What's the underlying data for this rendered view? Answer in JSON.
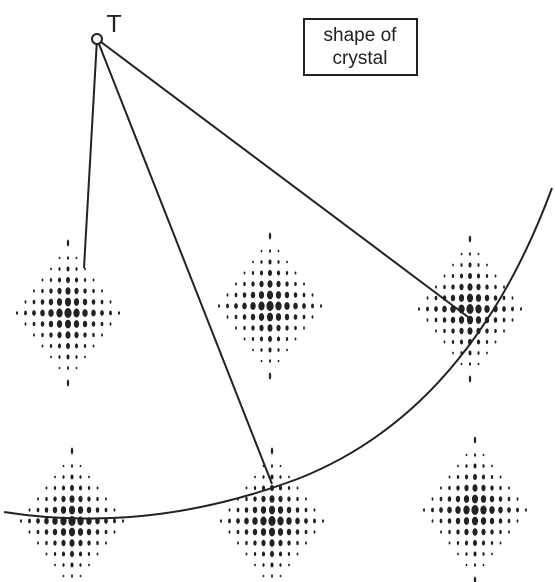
{
  "point": {
    "label": "T"
  },
  "legend": {
    "line1": "shape of",
    "line2": "crystal"
  },
  "colors": {
    "ink": "#222222",
    "background": "#ffffff"
  }
}
